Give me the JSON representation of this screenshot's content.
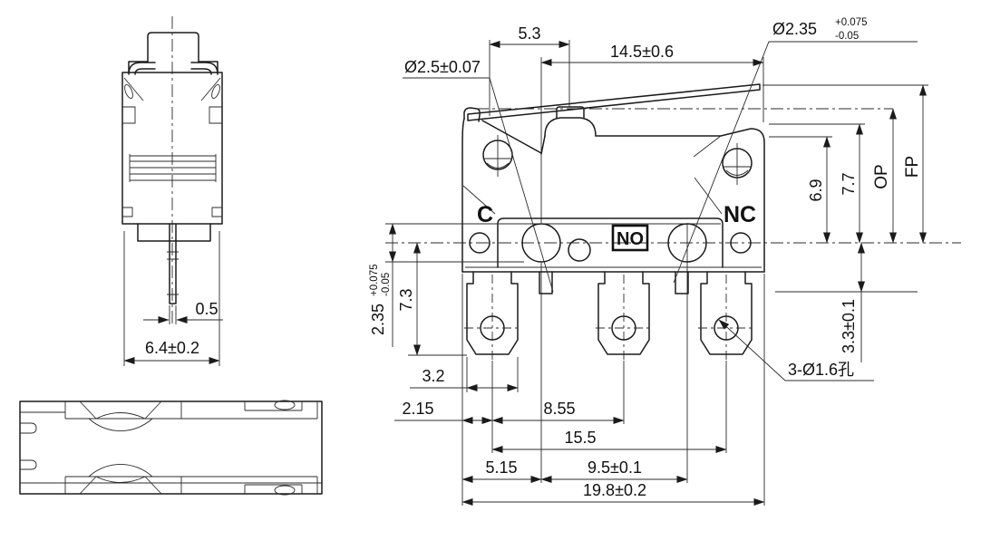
{
  "colors": {
    "line": "#1b1b1b",
    "background": "#ffffff"
  },
  "side_view": {
    "terminal_labels": {
      "common": "C",
      "normally_open": "NO",
      "normally_closed": "NC"
    },
    "dims": {
      "lever_hole_dia": {
        "base": "Ø2.35",
        "tol_plus": "+0.075",
        "tol_minus": "-0.05"
      },
      "pivot_hole_dia": "Ø2.5±0.07",
      "plunger_offset": "5.3",
      "lever_length": "14.5±0.6",
      "body_top_height": "6.9",
      "boss_top_height": "7.7",
      "operating_position": "OP",
      "free_position": "FP",
      "terminal_shoulder_drop": "3.3±0.1",
      "terminal_hole_note": "3-Ø1.6孔",
      "slot_width": {
        "base": "2.35",
        "tol_plus": "+0.075",
        "tol_minus": "-0.05"
      },
      "terminal_depth": "7.3",
      "terminal_width": "3.2",
      "edge_to_first_terminal": "2.15",
      "terminal_pitch_1_2": "8.55",
      "terminal_span_1_3": "15.5",
      "edge_to_first_hole": "5.15",
      "mount_hole_pitch": "9.5±0.1",
      "body_length": "19.8±0.2"
    }
  },
  "front_view": {
    "dims": {
      "pin_thickness": "0.5",
      "body_width": "6.4±0.2"
    }
  }
}
